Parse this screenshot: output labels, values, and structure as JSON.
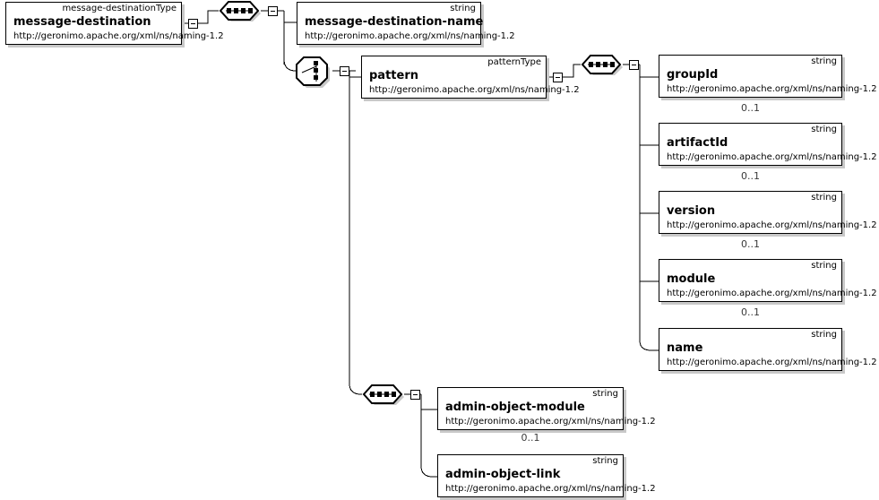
{
  "diagram": {
    "title": "message-destination XML Schema diagram",
    "namespace": "http://geronimo.apache.org/xml/ns/naming-1.2",
    "colors": {
      "box_border": "#000000",
      "box_fill": "#ffffff",
      "shadow": "#c8c8c8",
      "line": "#000000",
      "cardinality_text": "#3a3a3a"
    },
    "nodes": [
      {
        "id": "message-destination",
        "name": "message-destination",
        "type": "message-destinationType",
        "namespace": "http://geronimo.apache.org/xml/ns/naming-1.2",
        "cardinality": ""
      },
      {
        "id": "message-destination-name",
        "name": "message-destination-name",
        "type": "string",
        "namespace": "http://geronimo.apache.org/xml/ns/naming-1.2",
        "cardinality": ""
      },
      {
        "id": "pattern",
        "name": "pattern",
        "type": "patternType",
        "namespace": "http://geronimo.apache.org/xml/ns/naming-1.2",
        "cardinality": ""
      },
      {
        "id": "groupId",
        "name": "groupId",
        "type": "string",
        "namespace": "http://geronimo.apache.org/xml/ns/naming-1.2",
        "cardinality": "0..1"
      },
      {
        "id": "artifactId",
        "name": "artifactId",
        "type": "string",
        "namespace": "http://geronimo.apache.org/xml/ns/naming-1.2",
        "cardinality": "0..1"
      },
      {
        "id": "version",
        "name": "version",
        "type": "string",
        "namespace": "http://geronimo.apache.org/xml/ns/naming-1.2",
        "cardinality": "0..1"
      },
      {
        "id": "module",
        "name": "module",
        "type": "string",
        "namespace": "http://geronimo.apache.org/xml/ns/naming-1.2",
        "cardinality": "0..1"
      },
      {
        "id": "name",
        "name": "name",
        "type": "string",
        "namespace": "http://geronimo.apache.org/xml/ns/naming-1.2",
        "cardinality": ""
      },
      {
        "id": "admin-object-module",
        "name": "admin-object-module",
        "type": "string",
        "namespace": "http://geronimo.apache.org/xml/ns/naming-1.2",
        "cardinality": "0..1"
      },
      {
        "id": "admin-object-link",
        "name": "admin-object-link",
        "type": "string",
        "namespace": "http://geronimo.apache.org/xml/ns/naming-1.2",
        "cardinality": ""
      }
    ],
    "compositors": [
      {
        "id": "seq-root",
        "kind": "sequence"
      },
      {
        "id": "choice-main",
        "kind": "choice"
      },
      {
        "id": "seq-pattern",
        "kind": "sequence"
      },
      {
        "id": "seq-admin",
        "kind": "sequence"
      }
    ],
    "toggles": [
      {
        "id": "toggle-message-destination",
        "state": "expanded",
        "glyph": "-"
      },
      {
        "id": "toggle-seq-root",
        "state": "expanded",
        "glyph": "-"
      },
      {
        "id": "toggle-choice-main",
        "state": "expanded",
        "glyph": "-"
      },
      {
        "id": "toggle-pattern",
        "state": "expanded",
        "glyph": "-"
      },
      {
        "id": "toggle-seq-pattern",
        "state": "expanded",
        "glyph": "-"
      },
      {
        "id": "toggle-seq-admin",
        "state": "expanded",
        "glyph": "-"
      }
    ]
  }
}
